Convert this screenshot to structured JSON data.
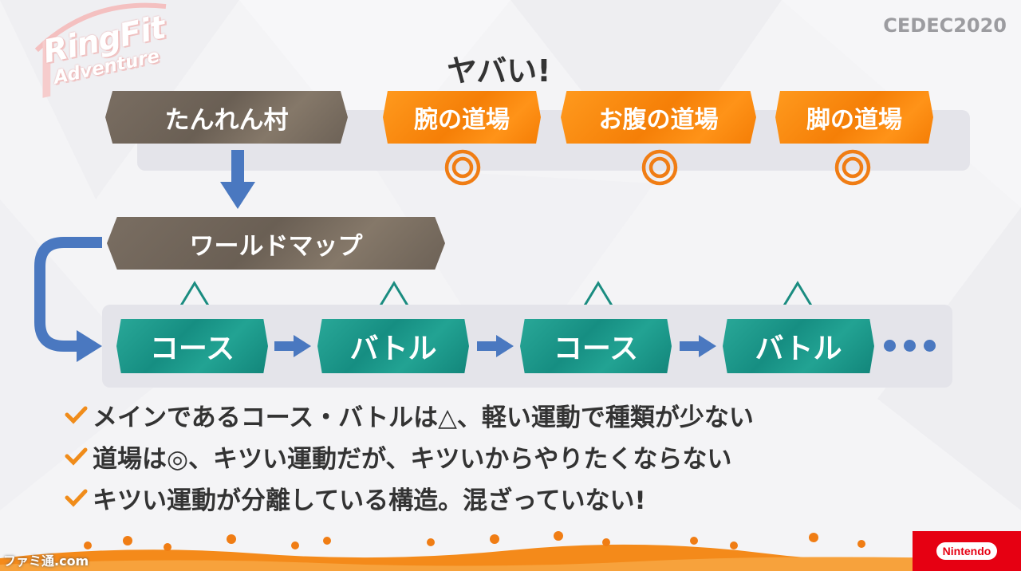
{
  "logo": {
    "line1": "RingFit",
    "line2": "Adventure"
  },
  "event_logo": "CEDEC2020",
  "headline": "ヤバい!",
  "top_row": {
    "start": "たんれん村",
    "dojos": [
      "腕の道場",
      "お腹の道場",
      "脚の道場"
    ],
    "rating_symbol": "double-circle"
  },
  "world_map": "ワールドマップ",
  "bottom_row": {
    "steps": [
      "コース",
      "バトル",
      "コース",
      "バトル"
    ],
    "rating_symbol": "triangle",
    "continuation": "•••"
  },
  "bullets": [
    "メインであるコース・バトルは△、軽い運動で種類が少ない",
    "道場は◎、キツい運動だが、キツいからやりたくならない",
    "キツい運動が分離している構造。混ざっていない!"
  ],
  "footer": {
    "nintendo": "Nintendo",
    "watermark": "ファミ通.com"
  },
  "colors": {
    "brown": "#74695e",
    "orange": "#f88a0f",
    "teal": "#1b998b",
    "blue_arrow": "#4a78c0",
    "bullet_check": "#f08c1a"
  }
}
